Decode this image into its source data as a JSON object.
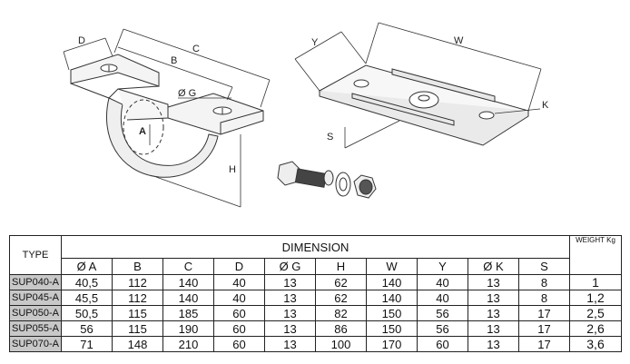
{
  "drawing_labels": {
    "support": {
      "d": "D",
      "c": "C",
      "b": "B",
      "g": "Ø G",
      "a": "A",
      "h": "H"
    },
    "plate": {
      "y": "Y",
      "w": "W",
      "k": "K",
      "s": "S"
    }
  },
  "table": {
    "type_header": "TYPE",
    "dimension_header": "DIMENSION",
    "weight_header": "WEIGHT Kg",
    "columns": [
      "Ø A",
      "B",
      "C",
      "D",
      "Ø G",
      "H",
      "W",
      "Y",
      "Ø K",
      "S"
    ],
    "rows": [
      {
        "type": "SUP040-A",
        "values": [
          "40,5",
          "112",
          "140",
          "40",
          "13",
          "62",
          "140",
          "40",
          "13",
          "8"
        ],
        "weight": "1"
      },
      {
        "type": "SUP045-A",
        "values": [
          "45,5",
          "112",
          "140",
          "40",
          "13",
          "62",
          "140",
          "40",
          "13",
          "8"
        ],
        "weight": "1,2"
      },
      {
        "type": "SUP050-A",
        "values": [
          "50,5",
          "115",
          "185",
          "60",
          "13",
          "82",
          "150",
          "56",
          "13",
          "17"
        ],
        "weight": "2,5"
      },
      {
        "type": "SUP055-A",
        "values": [
          "56",
          "115",
          "190",
          "60",
          "13",
          "86",
          "150",
          "56",
          "13",
          "17"
        ],
        "weight": "2,6"
      },
      {
        "type": "SUP070-A",
        "values": [
          "71",
          "148",
          "210",
          "60",
          "13",
          "100",
          "170",
          "60",
          "13",
          "17"
        ],
        "weight": "3,6"
      }
    ]
  },
  "colors": {
    "type_cell_bg": "#c8c8c8",
    "border": "#222222"
  }
}
